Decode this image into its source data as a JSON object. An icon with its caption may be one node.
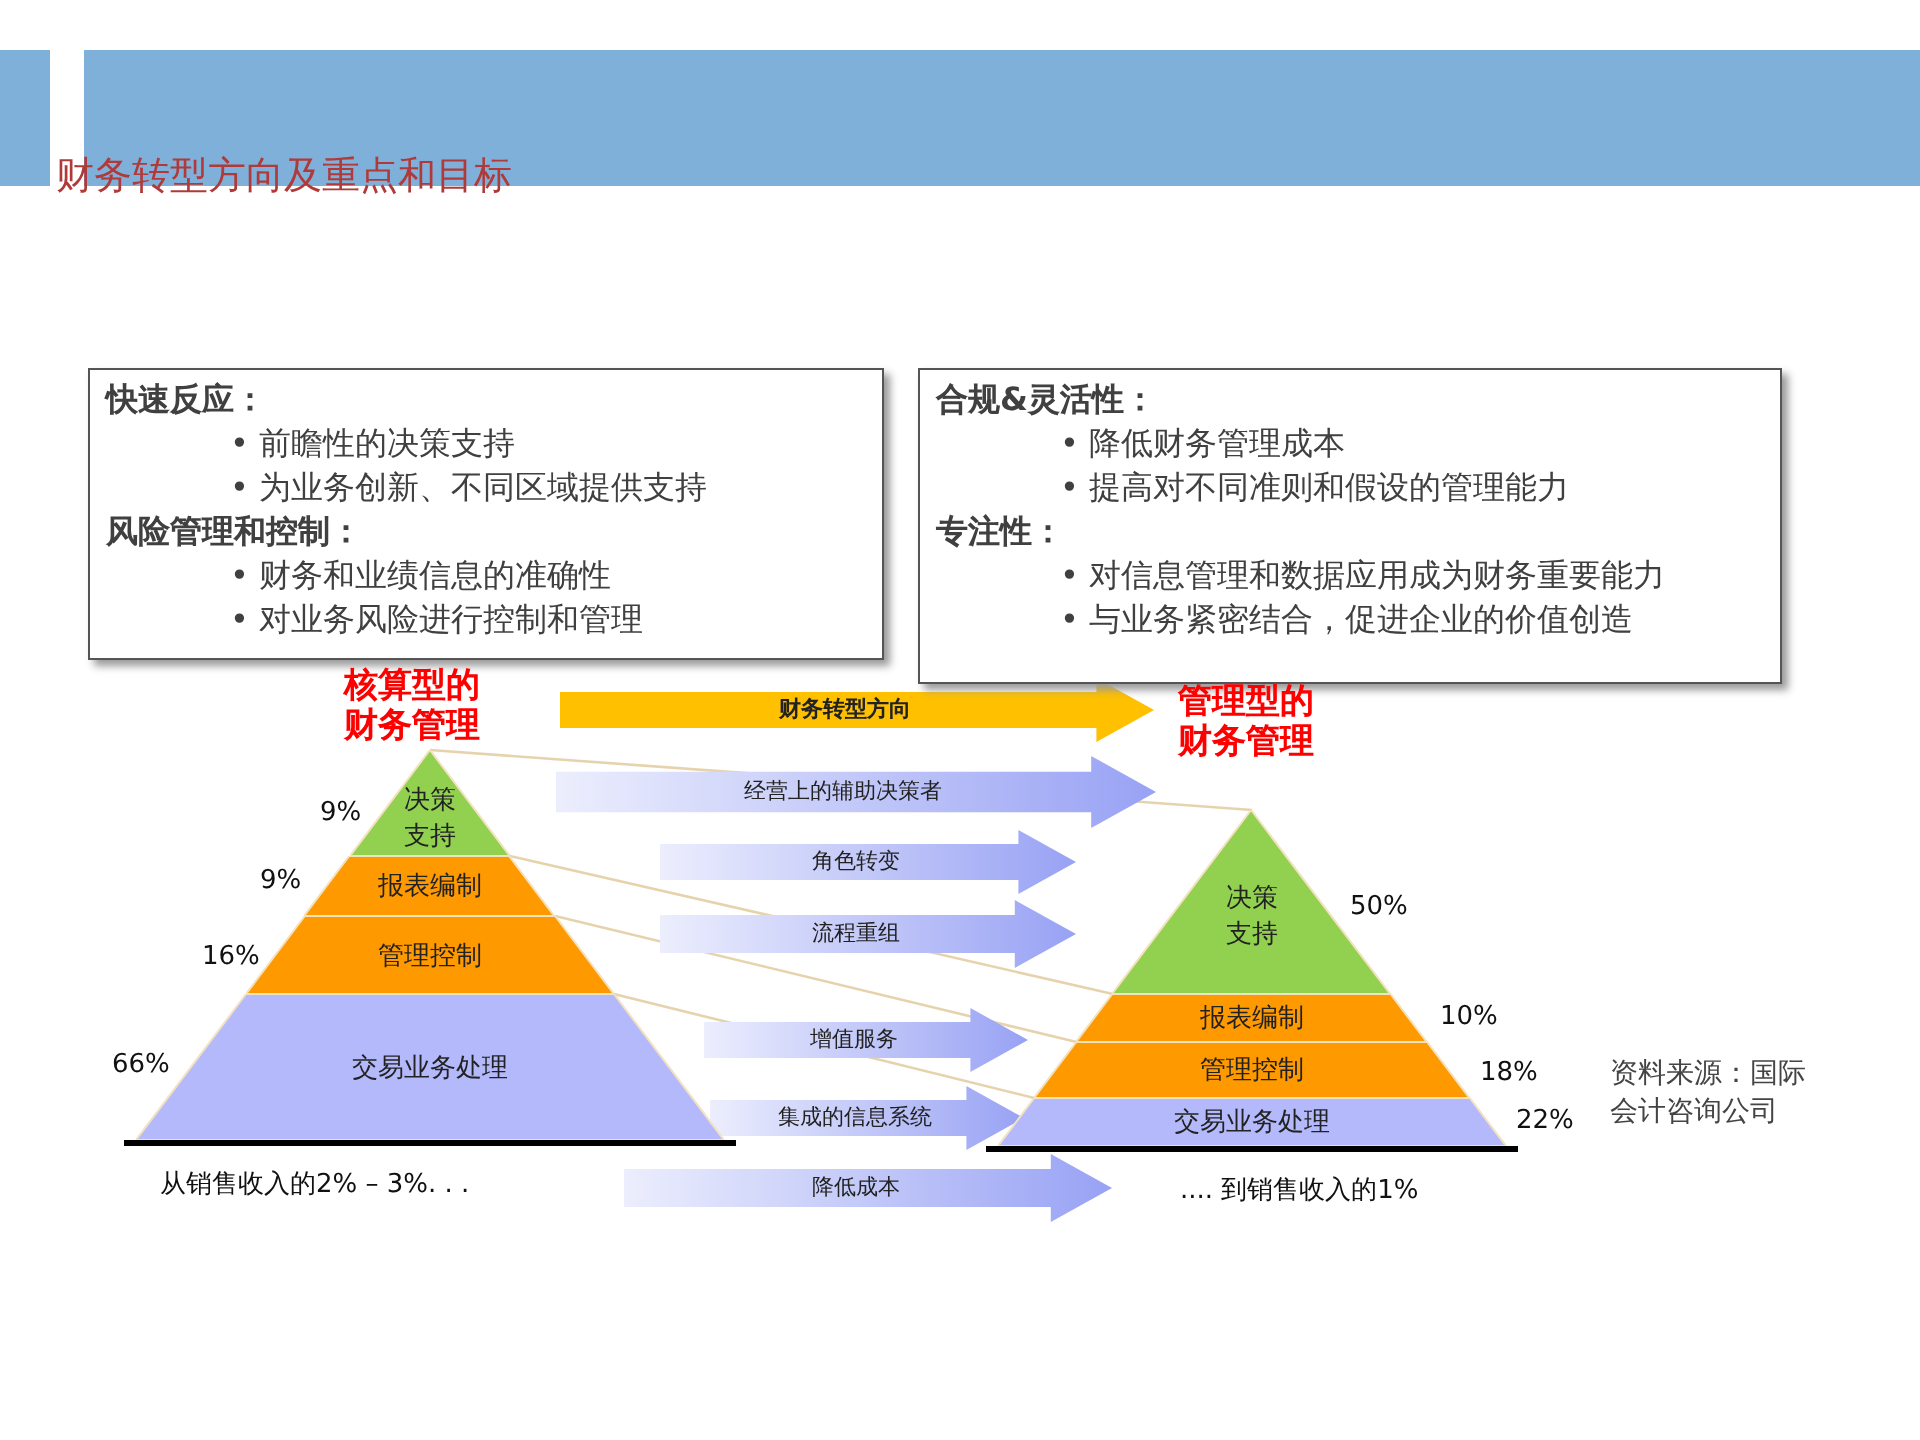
{
  "diagram": {
    "title": "财务转型方向及重点和目标",
    "nodes": [
      {
        "text": [
          "快速反应：",
          "• 前瞻性的决策支持",
          "• 为业务创新、不同区域提供支持",
          "风险管理和控制：",
          "• 财务和业绩信息的准确性",
          "• 对业务风险进行控制和管理"
        ]
      },
      {
        "text": [
          "合规&灵活性：",
          "• 降低财务管理成本",
          "• 提高对不同准则和假设的管理能力",
          "专注性：",
          "• 对信息管理和数据应用成为财务重要能力",
          "• 与业务紧密结合，促进企业的价值创造"
        ]
      },
      {
        "text": [
          "核算型的财务管理"
        ]
      },
      {
        "text": [
          "决策支持"
        ],
        "beside": [
          "9%"
        ],
        "in": 2
      },
      {
        "text": [
          "报表编制"
        ],
        "beside": [
          "9%"
        ],
        "in": 2
      },
      {
        "text": [
          "管理控制"
        ],
        "beside": [
          "16%"
        ],
        "in": 2
      },
      {
        "text": [
          "交易业务处理"
        ],
        "beside": [
          "66%"
        ],
        "in": 2
      },
      {
        "text": [
          "管理型的财务管理"
        ]
      },
      {
        "text": [
          "决策支持"
        ],
        "beside": [
          "50%"
        ],
        "in": 7
      },
      {
        "text": [
          "报表编制"
        ],
        "beside": [
          "10%"
        ],
        "in": 7
      },
      {
        "text": [
          "管理控制"
        ],
        "beside": [
          "18%"
        ],
        "in": 7
      },
      {
        "text": [
          "交易业务处理"
        ],
        "beside": [
          "22%"
        ],
        "in": 7
      }
    ],
    "edges": [
      {
        "from": 3,
        "to": 8,
        "arrow": "none"
      },
      {
        "from": 4,
        "to": 9,
        "arrow": "none"
      },
      {
        "from": 5,
        "to": 10,
        "arrow": "none"
      },
      {
        "from": 6,
        "to": 11,
        "arrow": "none"
      },
      {
        "from": 2,
        "to": 7,
        "arrow": "to",
        "label": "财务转型方向",
        "color": "#ffc000"
      },
      {
        "from": 2,
        "to": 7,
        "arrow": "to",
        "label": "经营上的辅助决策者"
      },
      {
        "from": 2,
        "to": 7,
        "arrow": "to",
        "label": "角色转变"
      },
      {
        "from": 2,
        "to": 7,
        "arrow": "to",
        "label": "流程重组"
      },
      {
        "from": 2,
        "to": 7,
        "arrow": "to",
        "label": "增值服务"
      },
      {
        "from": 2,
        "to": 7,
        "arrow": "to",
        "label": "集成的信息系统"
      },
      {
        "from": 2,
        "to": 7,
        "arrow": "to",
        "label": "降低成本"
      }
    ],
    "labels": [
      "从销售收入的2% – 3%. . .",
      ".... 到销售收入的1%",
      "资料来源：国际会计咨询公司"
    ]
  }
}
